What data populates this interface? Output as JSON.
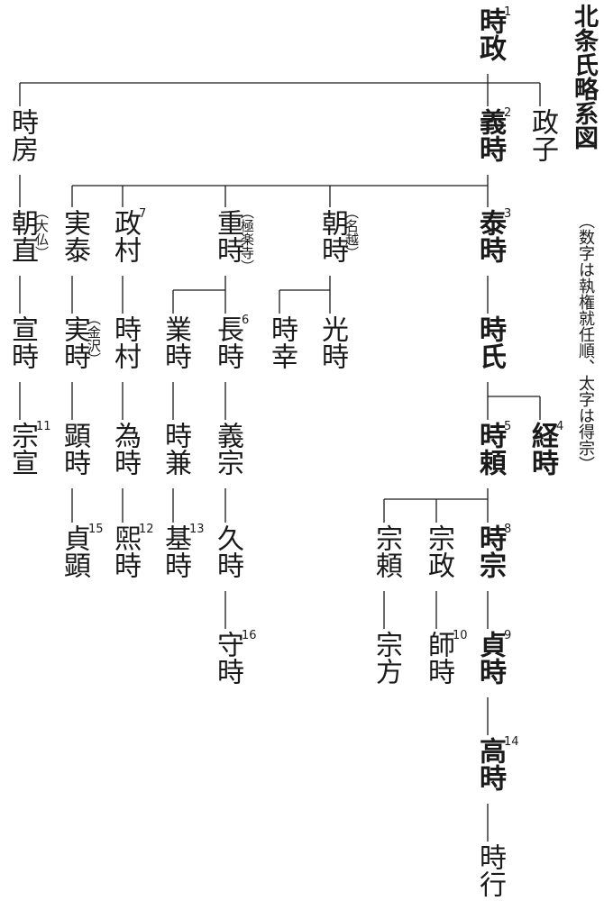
{
  "title": "北条氏略系図",
  "subtitle": "（数字は執権就任順、太字は得宗）",
  "persons": [
    {
      "id": "tokimasa",
      "name": "時政",
      "num": "1",
      "tokuso": true
    },
    {
      "id": "masako",
      "name": "政子",
      "num": "",
      "tokuso": false
    },
    {
      "id": "tokifusa",
      "name": "時房",
      "num": "",
      "tokuso": false
    },
    {
      "id": "yoshitoki",
      "name": "義時",
      "num": "2",
      "tokuso": true
    },
    {
      "id": "asanao",
      "name": "朝直",
      "num": "",
      "tokuso": false,
      "note": "（大仏）"
    },
    {
      "id": "sanetoki_y",
      "name": "実泰",
      "num": "",
      "tokuso": false
    },
    {
      "id": "masamura",
      "name": "政村",
      "num": "7",
      "tokuso": false
    },
    {
      "id": "shigetoki",
      "name": "重時",
      "num": "",
      "tokuso": false,
      "note": "（極楽寺）"
    },
    {
      "id": "tomotoki",
      "name": "朝時",
      "num": "",
      "tokuso": false,
      "note": "（名越）"
    },
    {
      "id": "yasutoki",
      "name": "泰時",
      "num": "3",
      "tokuso": true
    },
    {
      "id": "nobutoki",
      "name": "宣時",
      "num": "",
      "tokuso": false
    },
    {
      "id": "sanetoki",
      "name": "実時",
      "num": "",
      "tokuso": false,
      "note": "（金沢）"
    },
    {
      "id": "tokimura",
      "name": "時村",
      "num": "",
      "tokuso": false
    },
    {
      "id": "naritoki",
      "name": "業時",
      "num": "",
      "tokuso": false
    },
    {
      "id": "nagatoki",
      "name": "長時",
      "num": "6",
      "tokuso": false
    },
    {
      "id": "tokiyuki",
      "name": "時幸",
      "num": "",
      "tokuso": false
    },
    {
      "id": "mitsutoki",
      "name": "光時",
      "num": "",
      "tokuso": false
    },
    {
      "id": "tokiuji",
      "name": "時氏",
      "num": "",
      "tokuso": true
    },
    {
      "id": "munenobu",
      "name": "宗宣",
      "num": "11",
      "tokuso": false
    },
    {
      "id": "akitoki",
      "name": "顕時",
      "num": "",
      "tokuso": false
    },
    {
      "id": "tametoki",
      "name": "為時",
      "num": "",
      "tokuso": false
    },
    {
      "id": "tokikane",
      "name": "時兼",
      "num": "",
      "tokuso": false
    },
    {
      "id": "yoshimune",
      "name": "義宗",
      "num": "",
      "tokuso": false
    },
    {
      "id": "tokiyori",
      "name": "時頼",
      "num": "5",
      "tokuso": true
    },
    {
      "id": "tsunetoki",
      "name": "経時",
      "num": "4",
      "tokuso": true
    },
    {
      "id": "sadaaki",
      "name": "貞顕",
      "num": "15",
      "tokuso": false
    },
    {
      "id": "hirotoki",
      "name": "煕時",
      "num": "12",
      "tokuso": false
    },
    {
      "id": "mototoki",
      "name": "基時",
      "num": "13",
      "tokuso": false
    },
    {
      "id": "hisatoki",
      "name": "久時",
      "num": "",
      "tokuso": false
    },
    {
      "id": "muneyori",
      "name": "宗頼",
      "num": "",
      "tokuso": false
    },
    {
      "id": "munemasa",
      "name": "宗政",
      "num": "",
      "tokuso": false
    },
    {
      "id": "tokimune",
      "name": "時宗",
      "num": "8",
      "tokuso": true
    },
    {
      "id": "moritoki",
      "name": "守時",
      "num": "16",
      "tokuso": false
    },
    {
      "id": "munekata",
      "name": "宗方",
      "num": "",
      "tokuso": false
    },
    {
      "id": "morotoki",
      "name": "師時",
      "num": "10",
      "tokuso": false
    },
    {
      "id": "sadatoki",
      "name": "貞時",
      "num": "9",
      "tokuso": true
    },
    {
      "id": "takatoki",
      "name": "高時",
      "num": "14",
      "tokuso": true
    },
    {
      "id": "tokiyuki2",
      "name": "時行",
      "num": "",
      "tokuso": false
    }
  ],
  "colors": {
    "ink": "#1a1a1a",
    "background": "#ffffff"
  }
}
